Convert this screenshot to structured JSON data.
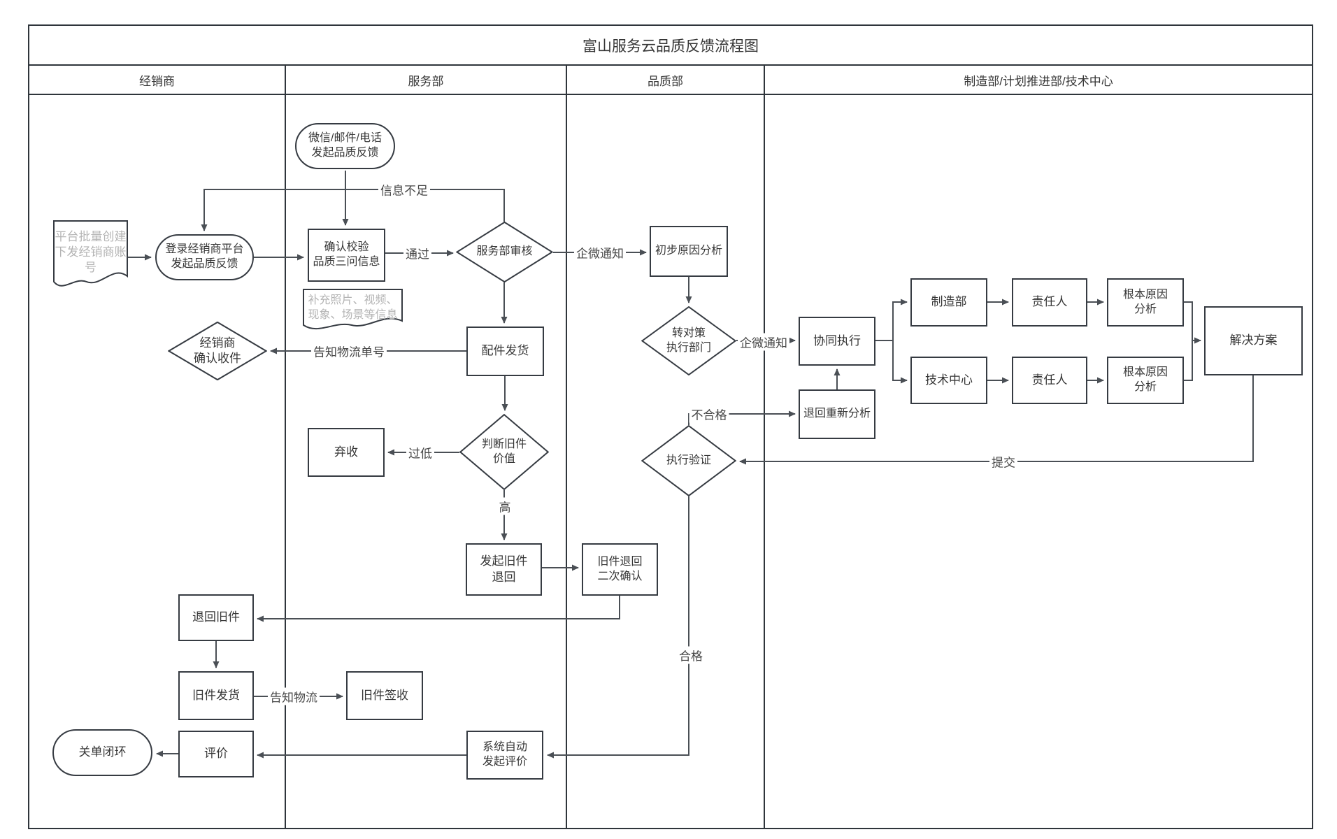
{
  "title": "富山服务云品质反馈流程图",
  "lanes": [
    "经销商",
    "服务部",
    "品质部",
    "制造部/计划推进部/技术中心"
  ],
  "nodes": {
    "platform_account": {
      "label": "平台批量创建\n下发经销商账\n号",
      "type": "document"
    },
    "login_feedback": {
      "label": "登录经销商平台\n发起品质反馈",
      "type": "terminator"
    },
    "wechat_feedback": {
      "label": "微信/邮件/电话\n发起品质反馈",
      "type": "terminator"
    },
    "verify_info": {
      "label": "确认校验\n品质三问信息",
      "type": "process"
    },
    "supplement_note": {
      "label": "补充照片、视频、\n现象、场景等信息",
      "type": "document"
    },
    "dept_review": {
      "label": "服务部审核",
      "type": "decision"
    },
    "initial_analysis": {
      "label": "初步原因分析",
      "type": "process"
    },
    "dispatch_dept": {
      "label": "转对策\n执行部门",
      "type": "decision"
    },
    "collab_exec": {
      "label": "协同执行",
      "type": "process"
    },
    "redo_analysis": {
      "label": "退回重新分析",
      "type": "process"
    },
    "exec_verify": {
      "label": "执行验证",
      "type": "decision"
    },
    "mfg_dept": {
      "label": "制造部",
      "type": "process"
    },
    "resp_person_1": {
      "label": "责任人",
      "type": "process"
    },
    "root_cause_1": {
      "label": "根本原因\n分析",
      "type": "process"
    },
    "tech_center": {
      "label": "技术中心",
      "type": "process"
    },
    "resp_person_2": {
      "label": "责任人",
      "type": "process"
    },
    "root_cause_2": {
      "label": "根本原因\n分析",
      "type": "process"
    },
    "solution": {
      "label": "解决方案",
      "type": "process"
    },
    "parts_ship": {
      "label": "配件发货",
      "type": "process"
    },
    "dealer_confirm": {
      "label": "经销商\n确认收件",
      "type": "decision"
    },
    "judge_value": {
      "label": "判断旧件\n价值",
      "type": "decision"
    },
    "reject": {
      "label": "弃收",
      "type": "process"
    },
    "initiate_return": {
      "label": "发起旧件\n退回",
      "type": "process"
    },
    "second_confirm": {
      "label": "旧件退回\n二次确认",
      "type": "process"
    },
    "return_old": {
      "label": "退回旧件",
      "type": "process"
    },
    "old_ship": {
      "label": "旧件发货",
      "type": "process"
    },
    "old_sign": {
      "label": "旧件签收",
      "type": "process"
    },
    "evaluate": {
      "label": "评价",
      "type": "process"
    },
    "close_loop": {
      "label": "关单闭环",
      "type": "terminator"
    },
    "auto_eval": {
      "label": "系统自动\n发起评价",
      "type": "process"
    }
  },
  "edge_labels": {
    "insufficient_info": "信息不足",
    "pass": "通过",
    "wecom_notify_1": "企微通知",
    "wecom_notify_2": "企微通知",
    "unqualified": "不合格",
    "submit": "提交",
    "qualified": "合格",
    "notify_tracking": "告知物流单号",
    "too_low": "过低",
    "high": "高",
    "notify_logistics": "告知物流"
  },
  "colors": {
    "line": "#4a4f55",
    "border": "#363b42",
    "lane_border": "#2f353b",
    "text": "#363636",
    "muted_text": "#b4b4b4"
  }
}
